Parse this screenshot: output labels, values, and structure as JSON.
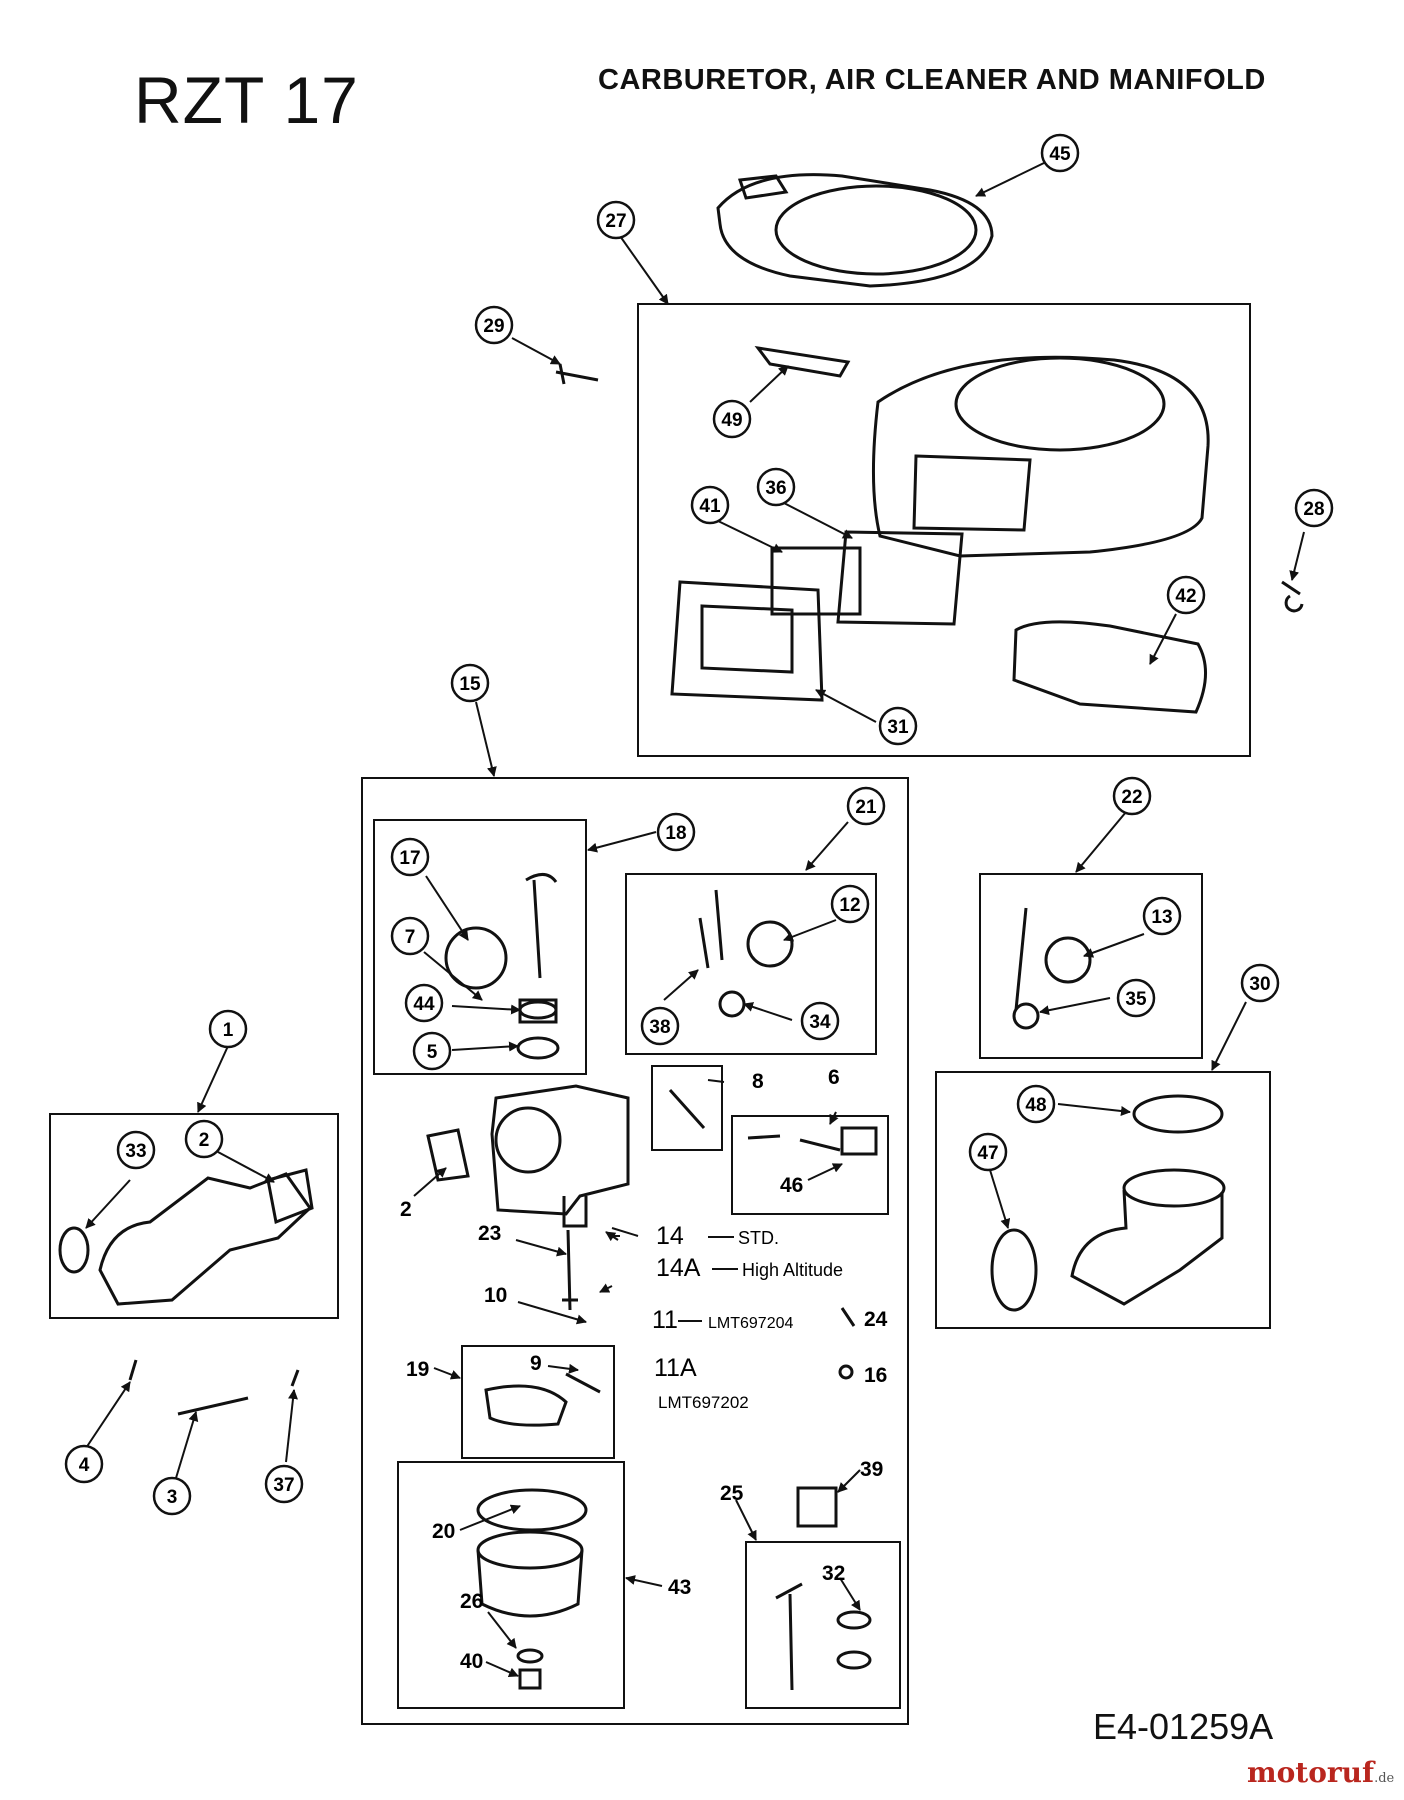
{
  "header": {
    "model": "RZT 17",
    "title": "CARBURETOR,  AIR CLEANER AND  MANIFOLD"
  },
  "footer": {
    "drawing_code": "E4-01259A",
    "watermark_name": "motoruf",
    "watermark_tld": ".de"
  },
  "balloons": [
    "45",
    "27",
    "29",
    "49",
    "36",
    "41",
    "28",
    "42",
    "31",
    "15",
    "18",
    "21",
    "22",
    "17",
    "7",
    "12",
    "13",
    "44",
    "5",
    "38",
    "34",
    "35",
    "30",
    "1",
    "48",
    "47",
    "2",
    "33",
    "4",
    "3",
    "37"
  ],
  "labels": [
    "8",
    "6",
    "46",
    "2",
    "23",
    "10",
    "19",
    "9",
    "20",
    "26",
    "40",
    "43",
    "25",
    "32",
    "39",
    "24",
    "16"
  ],
  "notes": {
    "n14": "14",
    "n14_text": "STD.",
    "n14a": "14A",
    "n14a_text": "High Altitude",
    "n11": "11",
    "n11_text": "LMT697204",
    "n11a": "11A",
    "n11a_text": "LMT697202"
  }
}
